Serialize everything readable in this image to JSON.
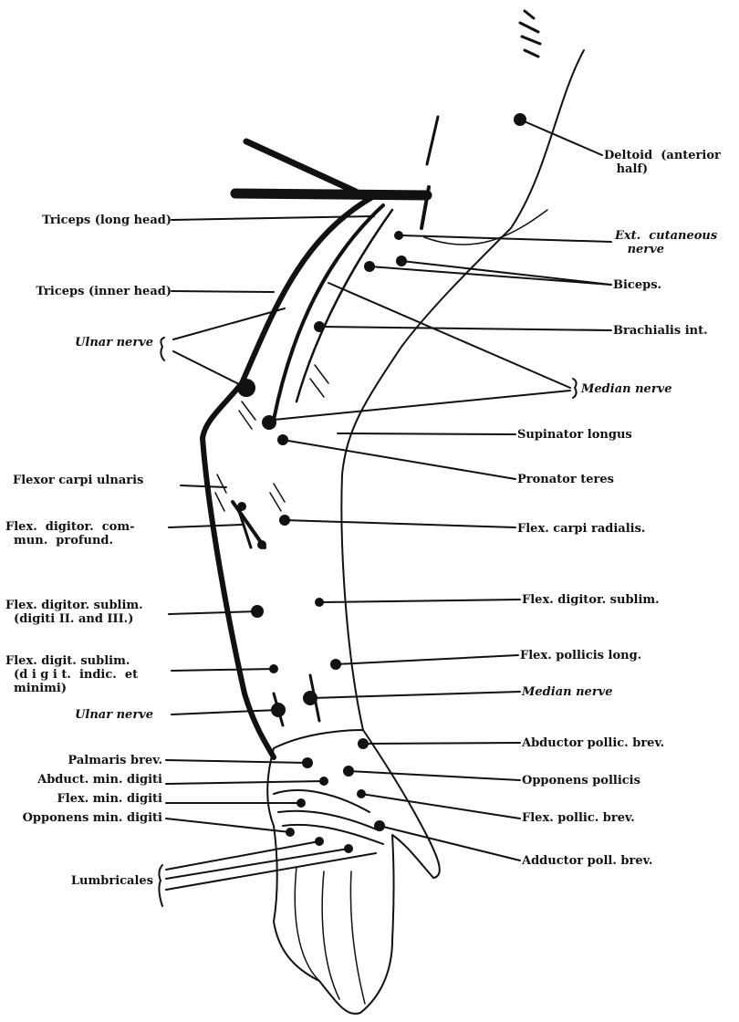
{
  "figure": {
    "left_labels": {
      "triceps_long": "Triceps (long head)",
      "triceps_inner": "Triceps (inner head)",
      "ulnar_upper": "Ulnar nerve",
      "flexor_carpi_ulnaris": "Flexor carpi ulnaris",
      "flex_digitor_profund": "Flex.  digitor.  com-\n  mun.  profund.",
      "flex_digitor_sublim_left": "Flex. digitor. sublim.\n  (digiti II. and III.)",
      "flex_digit_sublim_indic": "Flex. digit. sublim.\n  (d i g i t.  indic.  et\n  minimi)",
      "ulnar_lower": "Ulnar nerve",
      "palmaris_brev": "Palmaris brev.",
      "abduct_min_digiti": "Abduct. min. digiti",
      "flex_min_digiti": "Flex. min. digiti",
      "opponens_min_digiti": "Opponens min. digiti",
      "lumbricales": "Lumbricales"
    },
    "right_labels": {
      "deltoid": "Deltoid  (anterior\n   half)",
      "ext_cutaneous": "Ext.  cutaneous\n   nerve",
      "biceps": "Biceps.",
      "brachialis": "Brachialis int.",
      "median_upper": "Median nerve",
      "supinator": "Supinator longus",
      "pronator": "Pronator teres",
      "flex_carpi_radialis": "Flex. carpi radialis.",
      "flex_digitor_sublim_right": "Flex. digitor. sublim.",
      "flex_pollicis_long": "Flex. pollicis long.",
      "median_lower": "Median nerve",
      "abductor_pollic": "Abductor pollic. brev.",
      "opponens_pollicis": "Opponens pollicis",
      "flex_pollic_brev": "Flex. pollic. brev.",
      "adductor_poll": "Adductor poll. brev."
    }
  }
}
